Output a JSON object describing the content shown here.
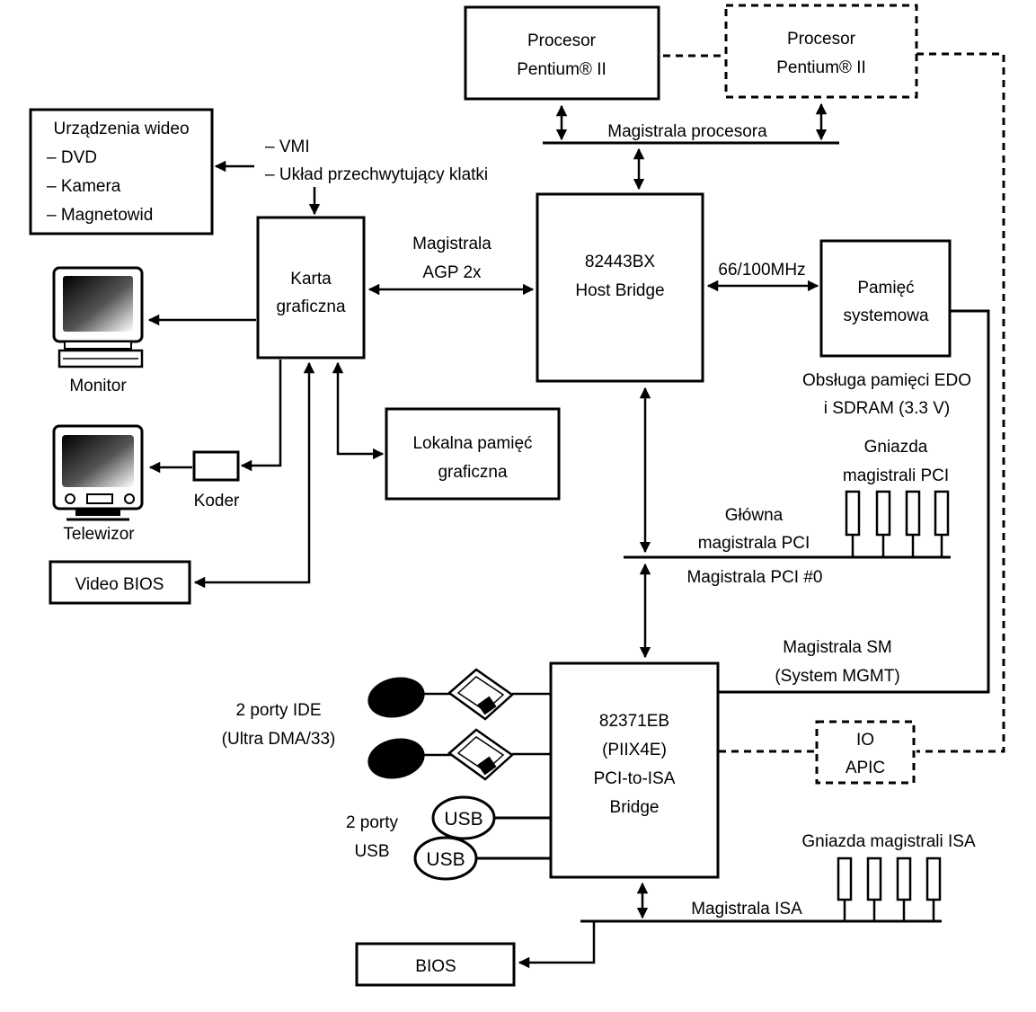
{
  "cpu1": {
    "line1": "Procesor",
    "line2": "Pentium® II"
  },
  "cpu2": {
    "line1": "Procesor",
    "line2": "Pentium® II"
  },
  "cpu_bus": "Magistrala procesora",
  "video_devices": {
    "title": "Urządzenia wideo",
    "items": [
      "– DVD",
      "– Kamera",
      "– Magnetowid"
    ]
  },
  "vmi": {
    "line1": "– VMI",
    "line2": "– Układ przechwytujący klatki"
  },
  "graphics_card": {
    "line1": "Karta",
    "line2": "graficzna"
  },
  "agp": {
    "line1": "Magistrala",
    "line2": "AGP 2x"
  },
  "host_bridge": {
    "line1": "82443BX",
    "line2": "Host Bridge"
  },
  "mem_speed": "66/100MHz",
  "system_memory": {
    "line1": "Pamięć",
    "line2": "systemowa"
  },
  "mem_support": {
    "line1": "Obsługa pamięci EDO",
    "line2": "i SDRAM (3.3 V)"
  },
  "monitor": "Monitor",
  "tv": "Telewizor",
  "encoder": "Koder",
  "local_memory": {
    "line1": "Lokalna pamięć",
    "line2": "graficzna"
  },
  "pci_slots": {
    "line1": "Gniazda",
    "line2": "magistrali PCI"
  },
  "main_pci": {
    "line1": "Główna",
    "line2": "magistrala PCI"
  },
  "pci0": "Magistrala PCI #0",
  "video_bios": "Video BIOS",
  "sm_bus": {
    "line1": "Magistrala SM",
    "line2": "(System MGMT)"
  },
  "ide": {
    "line1": "2 porty IDE",
    "line2": "(Ultra DMA/33)"
  },
  "piix": {
    "line1": "82371EB",
    "line2": "(PIIX4E)",
    "line3": "PCI-to-ISA",
    "line4": "Bridge"
  },
  "io_apic": {
    "line1": "IO",
    "line2": "APIC"
  },
  "usb_ports": {
    "line1": "2 porty",
    "line2": "USB"
  },
  "usb_label": "USB",
  "isa_slots": "Gniazda magistrali ISA",
  "isa_bus": "Magistrala ISA",
  "bios": "BIOS"
}
